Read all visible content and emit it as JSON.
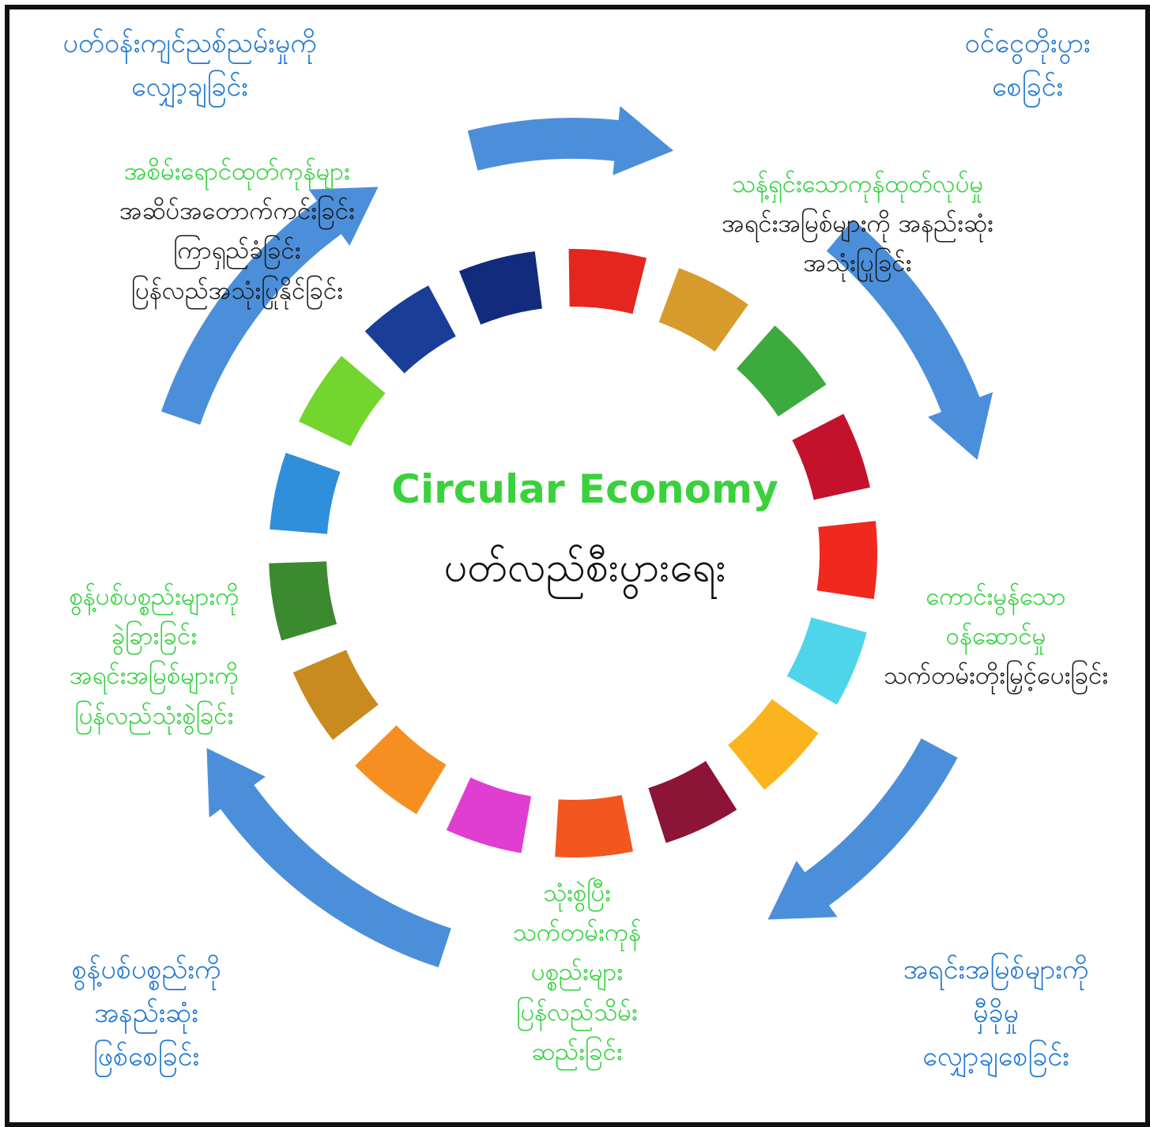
{
  "center": {
    "title": "Circular Economy",
    "subtitle": "ပတ်လည်စီးပွားရေး"
  },
  "corners": {
    "top_left": [
      "ပတ်ဝန်းကျင်ညစ်ညမ်းမှုကို",
      "လျှော့ချခြင်း"
    ],
    "top_right": [
      "ဝင်ငွေတိုးပွား",
      "စေခြင်း"
    ],
    "bottom_left": [
      "စွန့်ပစ်ပစ္စည်းကို",
      "အနည်းဆုံး",
      "ဖြစ်စေခြင်း"
    ],
    "bottom_right": [
      "အရင်းအမြစ်များကို",
      "မှီခိုမှု",
      "လျှော့ချစေခြင်း"
    ]
  },
  "stages": {
    "top_left": {
      "heading": "အစိမ်းရောင်ထုတ်ကုန်များ",
      "lines": [
        "အဆိပ်အတောက်ကင်းခြင်း",
        "ကြာရှည်ခံခြင်း",
        "ပြန်လည်အသုံးပြုနိုင်ခြင်း"
      ]
    },
    "top_right": {
      "heading": "သန့်ရှင်းသောကုန်ထုတ်လုပ်မှု",
      "lines": [
        "အရင်းအမြစ်များကို အနည်းဆုံး",
        "အသုံးပြုခြင်း"
      ]
    },
    "right": {
      "heading_lines": [
        "ကောင်းမွန်သော",
        "ဝန်ဆောင်မှု"
      ],
      "lines": [
        "သက်တမ်းတိုးမြှင့်ပေးခြင်း"
      ]
    },
    "bottom": {
      "heading_lines": [
        "သုံးစွဲပြီး",
        "သက်တမ်းကုန်",
        "ပစ္စည်းများ",
        "ပြန်လည်သိမ်း",
        "ဆည်းခြင်း"
      ]
    },
    "left": {
      "heading_lines": [
        "စွန့်ပစ်ပစ္စည်းများကို",
        "ခွဲခြားခြင်း",
        "အရင်းအမြစ်များကို",
        "ပြန်လည်သုံးစွဲခြင်း"
      ]
    }
  },
  "ring_segment_colors": [
    "#e5261f",
    "#d69b2c",
    "#3daa3f",
    "#c4122c",
    "#f0281e",
    "#4fd5ea",
    "#fbb41d",
    "#8c1537",
    "#f3561f",
    "#e03ed1",
    "#f58f21",
    "#c98b1f",
    "#3c8a30",
    "#2f8fdb",
    "#72d62e",
    "#1a3e98",
    "#122b7c"
  ],
  "arrow_color": "#4b8fdb"
}
